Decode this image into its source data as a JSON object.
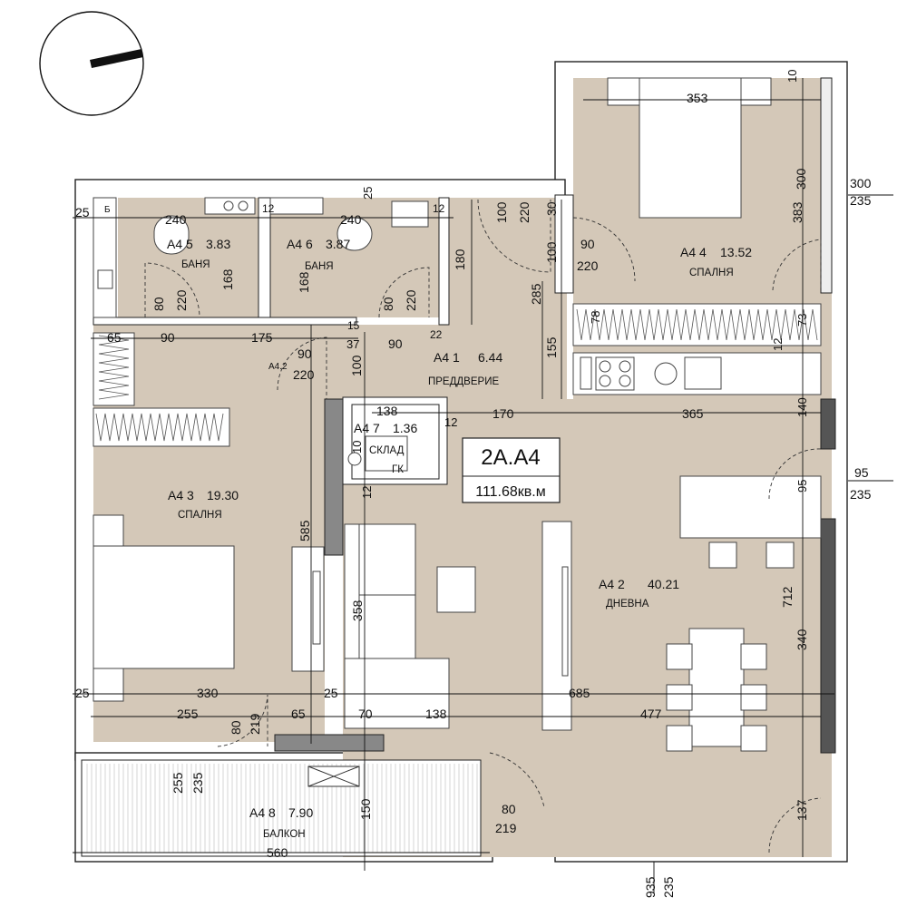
{
  "unit": {
    "id": "2A.A4",
    "area": "111.68кв.м"
  },
  "rooms": [
    {
      "key": "anteroom",
      "number": "A4 1",
      "area": "6.44",
      "name": "ПРЕДДВЕРИЕ"
    },
    {
      "key": "living",
      "number": "A4 2",
      "area": "40.21",
      "name": "ДНЕВНА"
    },
    {
      "key": "bed3",
      "number": "A4 3",
      "area": "19.30",
      "name": "СПАЛНЯ"
    },
    {
      "key": "bed4",
      "number": "A4 4",
      "area": "13.52",
      "name": "СПАЛНЯ"
    },
    {
      "key": "bath5",
      "number": "A4 5",
      "area": "3.83",
      "name": "БАНЯ"
    },
    {
      "key": "bath6",
      "number": "A4 6",
      "area": "3.87",
      "name": "БАНЯ"
    },
    {
      "key": "storage",
      "number": "A4 7",
      "area": "1.36",
      "name": "СКЛАД"
    },
    {
      "key": "balcony",
      "number": "A4 8",
      "area": "7.90",
      "name": "БАЛКОН"
    }
  ],
  "labels": {
    "corridor": "A4.2",
    "gk": "ГК",
    "boiler": "Б"
  },
  "dimensions": {
    "d353": "353",
    "d10a": "10",
    "d300a": "300",
    "d235a": "235",
    "d383": "383",
    "d300b": "300",
    "d90a": "90",
    "d220a": "220",
    "d100a": "100",
    "d220b": "220",
    "d30": "30",
    "d100b": "100",
    "d285": "285",
    "d155": "155",
    "d78": "78",
    "d73": "73",
    "d12a": "12",
    "d25a": "25",
    "d240a": "240",
    "d12b": "12",
    "d240b": "240",
    "d25b": "25",
    "d12c": "12",
    "d168a": "168",
    "d168b": "168",
    "d80a": "80",
    "d220c": "220",
    "d80b": "80",
    "d220d": "220",
    "d180": "180",
    "d65a": "65",
    "d90b": "90",
    "d175": "175",
    "d15": "15",
    "d22": "22",
    "d37": "37",
    "d90c": "90",
    "d90d": "90",
    "d220e": "220",
    "d100c": "100",
    "d138a": "138",
    "d12d": "12",
    "d170": "170",
    "d365": "365",
    "d140": "140",
    "d10b": "10",
    "d12e": "12",
    "d95a": "95",
    "d235b": "235",
    "d95b": "95",
    "d585": "585",
    "d358": "358",
    "d712": "712",
    "d340": "340",
    "d137": "137",
    "d25c": "25",
    "d330": "330",
    "d25d": "25",
    "d685": "685",
    "d255a": "255",
    "d80c": "80",
    "d219a": "219",
    "d65b": "65",
    "d70": "70",
    "d138b": "138",
    "d477": "477",
    "d255b": "255",
    "d235c": "235",
    "d150": "150",
    "d80d": "80",
    "d219b": "219",
    "d560": "560",
    "d935": "935",
    "d235d": "235"
  }
}
